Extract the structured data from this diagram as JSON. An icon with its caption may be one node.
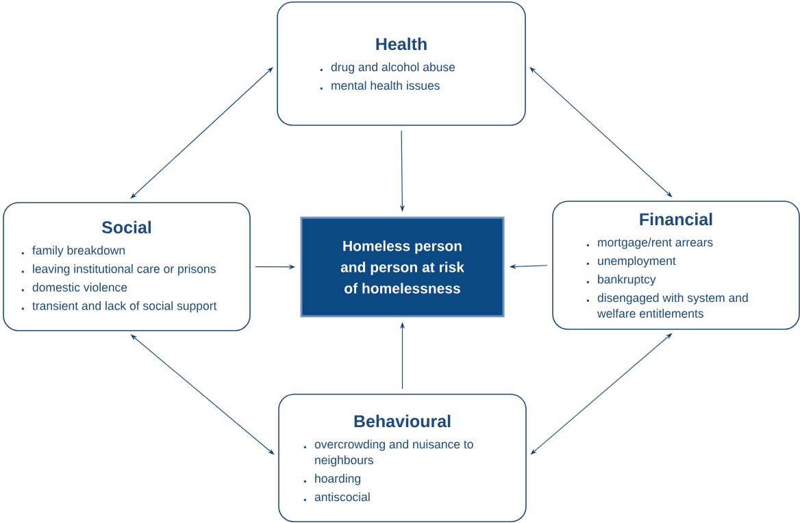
{
  "diagram": {
    "nodes": [
      {
        "text": [
          "Health",
          "drug and alcohol abuse",
          "mental health issues"
        ]
      },
      {
        "text": [
          "Social",
          "family breakdown",
          "leaving institutional care or prisons",
          "domestic violence",
          "transient and lack of social support"
        ]
      },
      {
        "text": [
          "Homeless person and person at risk of homelessness"
        ]
      },
      {
        "text": [
          "Financial",
          "mortgage/rent arrears",
          "unemployment",
          "bankruptcy",
          "disengaged with system and welfare entitlements"
        ]
      },
      {
        "text": [
          "Behavioural",
          "overcrowding and nuisance to neighbours",
          "hoarding",
          "antiscocial"
        ]
      }
    ],
    "edges": [
      {
        "from": 0,
        "to": 1,
        "arrow": "both"
      },
      {
        "from": 0,
        "to": 3,
        "arrow": "both"
      },
      {
        "from": 0,
        "to": 2,
        "arrow": "to"
      },
      {
        "from": 1,
        "to": 2,
        "arrow": "to"
      },
      {
        "from": 3,
        "to": 2,
        "arrow": "to"
      },
      {
        "from": 4,
        "to": 2,
        "arrow": "to"
      },
      {
        "from": 1,
        "to": 4,
        "arrow": "both"
      },
      {
        "from": 3,
        "to": 4,
        "arrow": "both"
      }
    ]
  }
}
